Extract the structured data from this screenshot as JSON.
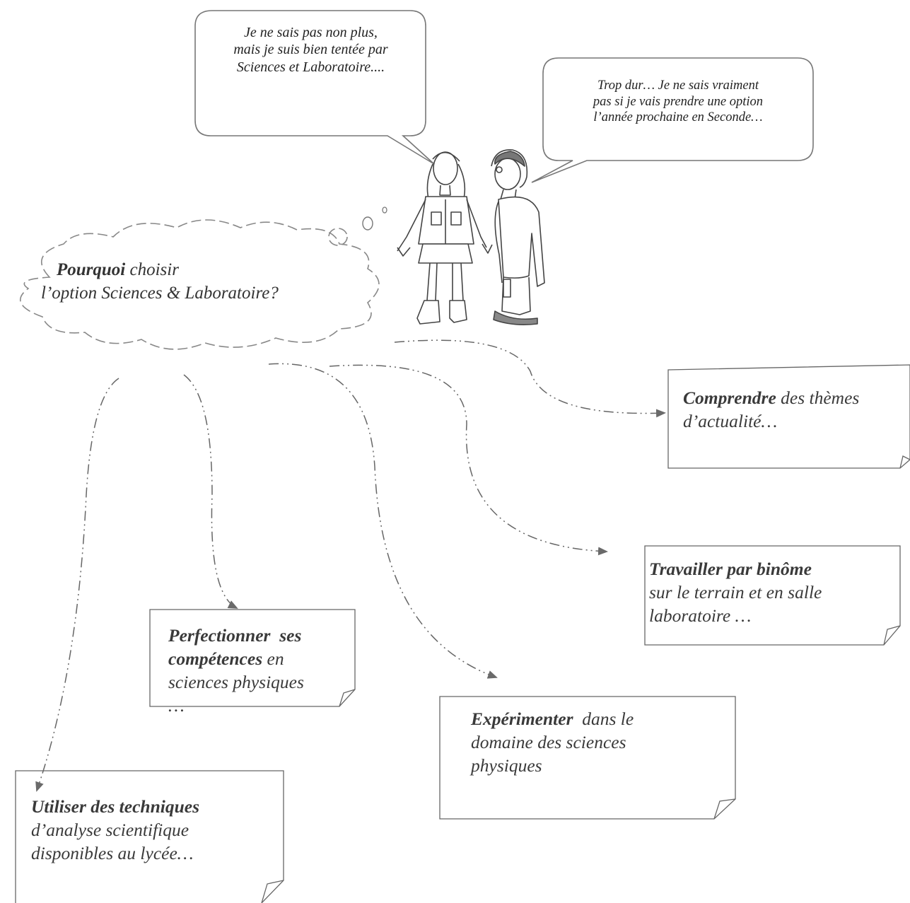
{
  "speech_bubbles": {
    "girl": {
      "lines": [
        "Je ne sais pas non plus,",
        "mais je suis bien tentée par",
        "Sciences et Laboratoire...."
      ]
    },
    "boy": {
      "lines": [
        "Trop dur… Je ne sais vraiment",
        "pas si je vais prendre une option",
        "l’année prochaine en Seconde…"
      ]
    }
  },
  "thought_cloud": {
    "bold": "Pourquoi",
    "line1_rest": " choisir",
    "line2": "l’option Sciences & Laboratoire?"
  },
  "notes": [
    {
      "id": "comprendre",
      "bold": "Comprendre",
      "rest": " des thèmes",
      "line2": "d’actualité…"
    },
    {
      "id": "travailler",
      "bold": "Travailler par binôme",
      "line2": "sur le terrain et en salle",
      "line3": "laboratoire …"
    },
    {
      "id": "perfectionner",
      "bold1": "Perfectionner  ses",
      "bold2": "compétences",
      "rest2": " en",
      "line3": "sciences physiques",
      "line4": "…"
    },
    {
      "id": "experimenter",
      "bold": "Expérimenter",
      "rest": "  dans le",
      "line2": "domaine des sciences",
      "line3": "physiques"
    },
    {
      "id": "utiliser",
      "bold": "Utiliser des techniques",
      "line2": "d’analyse scientifique",
      "line3": "disponibles au lycée…"
    }
  ]
}
